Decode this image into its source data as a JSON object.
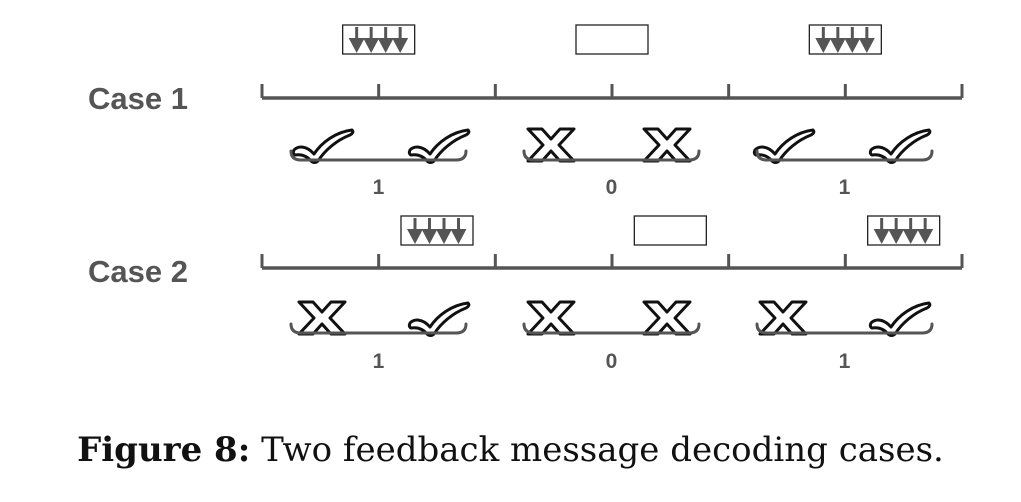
{
  "cases": [
    {
      "label": "Case 1",
      "slot_count": 6,
      "boxes": [
        {
          "over_slot": 1,
          "signal": "arrows"
        },
        {
          "over_slot": 3,
          "signal": "empty"
        },
        {
          "over_slot": 5,
          "signal": "arrows"
        }
      ],
      "marks": [
        "check",
        "check",
        "cross",
        "cross",
        "check",
        "check"
      ],
      "decoded_bits": [
        "1",
        "0",
        "1"
      ]
    },
    {
      "label": "Case 2",
      "slot_count": 6,
      "boxes": [
        {
          "over_slot": 1.5,
          "signal": "arrows"
        },
        {
          "over_slot": 3.5,
          "signal": "empty"
        },
        {
          "over_slot": 5.5,
          "signal": "arrows"
        }
      ],
      "marks": [
        "cross",
        "check",
        "cross",
        "cross",
        "cross",
        "check"
      ],
      "decoded_bits": [
        "1",
        "0",
        "1"
      ]
    }
  ],
  "caption": {
    "prefix": "Figure 8:",
    "text": "Two feedback message decoding cases."
  },
  "colors": {
    "ink": "#555555",
    "mark_fill": "#ffffff",
    "mark_stroke": "#111111",
    "box_stroke": "#222222"
  }
}
